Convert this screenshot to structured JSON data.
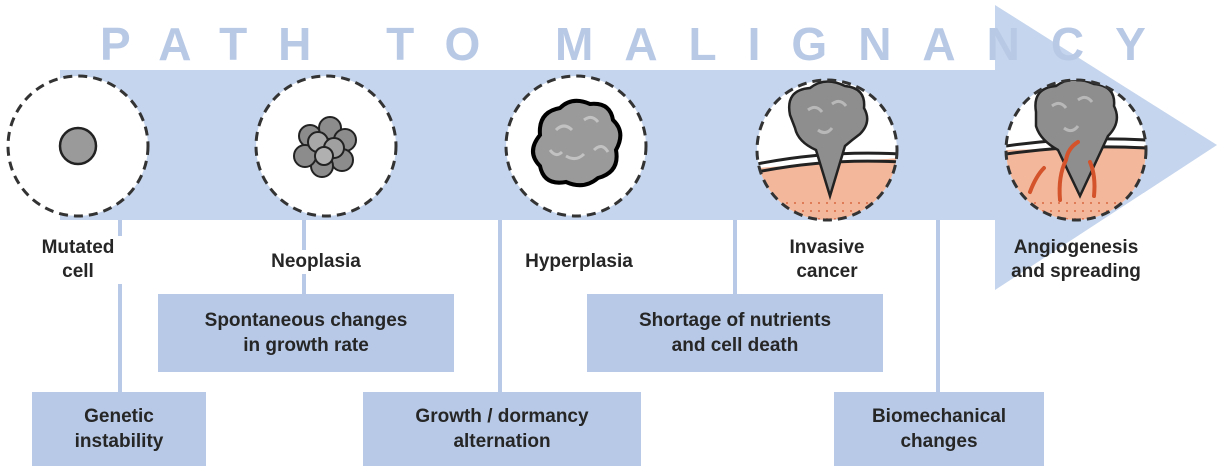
{
  "title": "PATH TO MALIGNANCY",
  "colors": {
    "arrow": "#c5d5ed",
    "box": "#b7c9e6",
    "title": "#b8c9e6",
    "cell_gray": "#8a8a8a",
    "tissue_orange": "#f3b89c",
    "vessel_red": "#d4532a"
  },
  "stages": [
    {
      "line1": "Mutated",
      "line2": "cell",
      "icon": "single-cell-icon"
    },
    {
      "line1": "Neoplasia",
      "line2": "",
      "icon": "cell-cluster-icon"
    },
    {
      "line1": "Hyperplasia",
      "line2": "",
      "icon": "tumor-mass-icon"
    },
    {
      "line1": "Invasive",
      "line2": "cancer",
      "icon": "invasive-tumor-icon"
    },
    {
      "line1": "Angiogenesis",
      "line2": "and spreading",
      "icon": "angiogenesis-tumor-icon"
    }
  ],
  "events": [
    {
      "line1": "Genetic",
      "line2": "instability"
    },
    {
      "line1": "Spontaneous changes",
      "line2": "in growth rate"
    },
    {
      "line1": "Growth / dormancy",
      "line2": "alternation"
    },
    {
      "line1": "Shortage of nutrients",
      "line2": "and cell death"
    },
    {
      "line1": "Biomechanical",
      "line2": "changes"
    }
  ]
}
